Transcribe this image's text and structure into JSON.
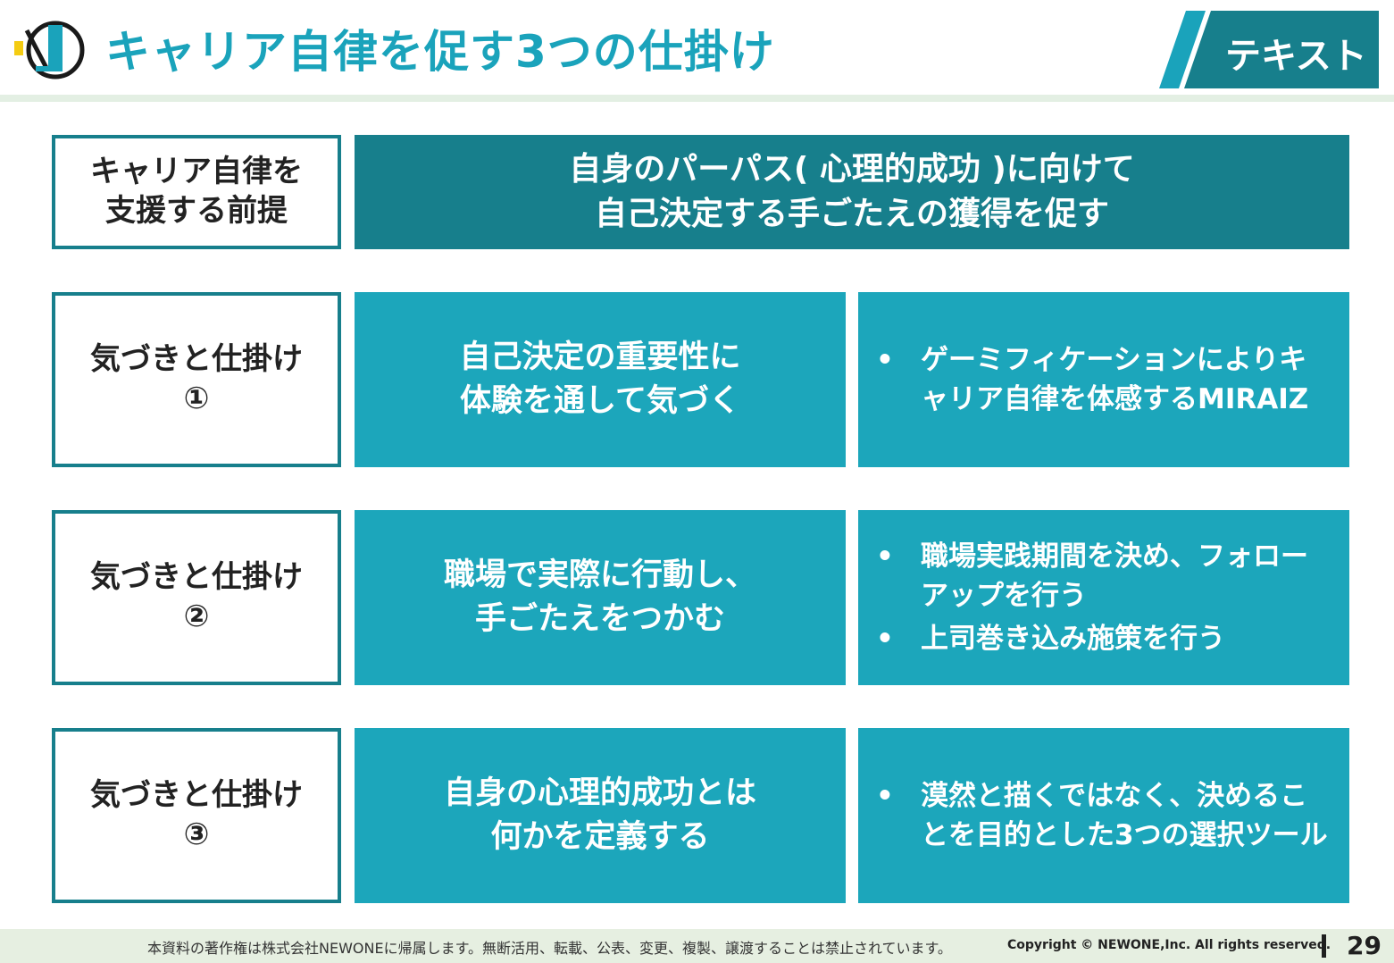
{
  "header": {
    "title": "キャリア自律を促す3つの仕掛け",
    "tag": "テキスト",
    "logo_icon": "newone-logo-icon"
  },
  "premise": {
    "label": "キャリア自律を\n支援する前提",
    "text": "自身のパーパス( 心理的成功 )に向けて\n自己決定する手ごたえの獲得を促す"
  },
  "mechanisms": [
    {
      "label": "気づきと仕掛け\n①",
      "goal": "自己決定の重要性に\n体験を通して気づく",
      "bullets": [
        "ゲーミフィケーションによりキャリア自律を体感するMIRAIZ"
      ]
    },
    {
      "label": "気づきと仕掛け\n②",
      "goal": "職場で実際に行動し、\n手ごたえをつかむ",
      "bullets": [
        "職場実践期間を決め、フォローアップを行う",
        "上司巻き込み施策を行う"
      ]
    },
    {
      "label": "気づきと仕掛け\n③",
      "goal": "自身の心理的成功とは\n何かを定義する",
      "bullets": [
        "漠然と描くではなく、決めることを目的とした3つの選択ツール"
      ]
    }
  ],
  "bullet_symbol": "•",
  "footer": {
    "notice": "本資料の著作権は株式会社NEWONEに帰属します。無断活用、転載、公表、変更、複製、譲渡することは禁止されています。",
    "copyright": "Copyright © NEWONE,Inc.  All rights reserved.",
    "page": "29"
  },
  "colors": {
    "accent": "#1aa3bb",
    "dark_teal": "#177f8c",
    "box_teal": "#1ca6bb",
    "logo_yellow": "#f4cc12",
    "footer_bg": "#e6efe1"
  }
}
